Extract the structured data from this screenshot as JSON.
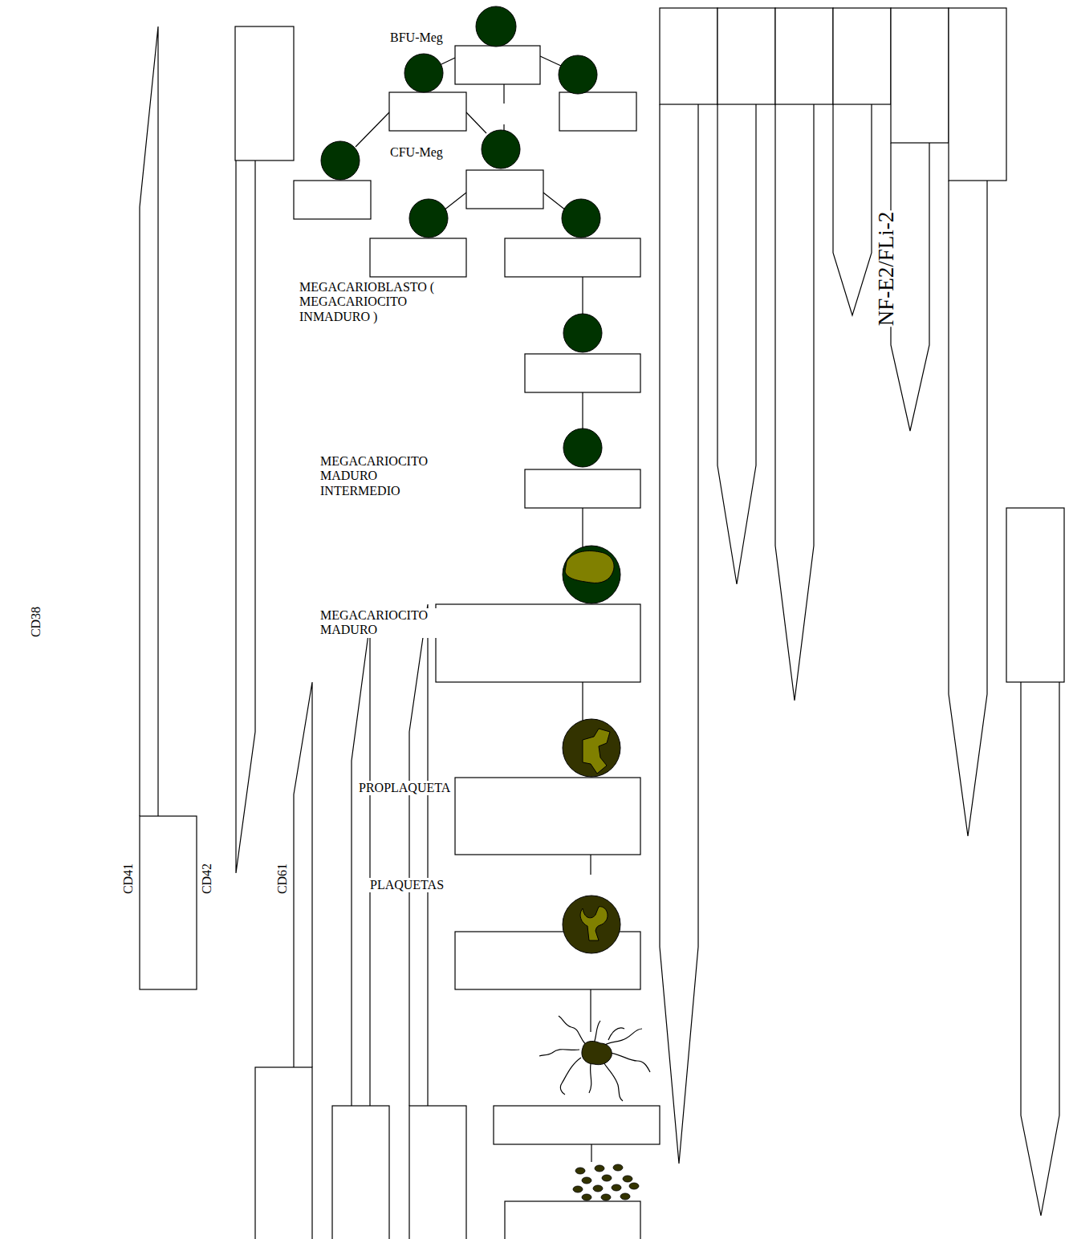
{
  "diagram": {
    "labels": [
      "BFU-Meg",
      "CFU-Meg",
      "MEGACARIOBLASTO ( MEGACARIOCITO INMADURO )",
      "MEGACARIOCITO MADURO INTERMEDIO",
      "MEGACARIOCITO MADURO",
      "PROPLAQUETA",
      "PLAQUETAS",
      "NF-E2/FLi-2",
      "CD38",
      "CD41",
      "CD42",
      "CD61"
    ]
  }
}
